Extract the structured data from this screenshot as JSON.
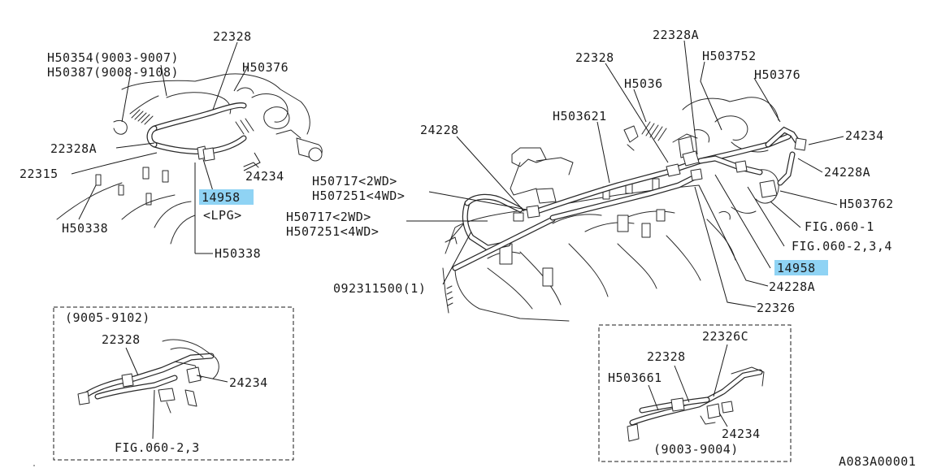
{
  "diagram": {
    "figure_code": "A083A00001",
    "callouts": {
      "tl_22328": "22328",
      "tl_h50354": "H50354(9003-9007)",
      "tl_h50387": "H50387(9008-9108)",
      "tl_h50376": "H50376",
      "tl_22328a": "22328A",
      "tl_22315": "22315",
      "tl_24234": "24234",
      "tl_14958": "14958",
      "tl_lpg": "<LPG>",
      "tl_h50338a": "H50338",
      "tl_h50338b": "H50338",
      "m_22328a": "22328A",
      "m_22328": "22328",
      "m_h503752": "H503752",
      "m_h5036": "H5036",
      "m_h50376": "H50376",
      "m_h503621": "H503621",
      "m_24228": "24228",
      "m_24234": "24234",
      "m_24228a_1": "24228A",
      "m_h50717_1": "H50717<2WD>",
      "m_h507251_1": "H507251<4WD>",
      "m_h503762": "H503762",
      "m_h50717_2": "H50717<2WD>",
      "m_h507251_2": "H507251<4WD>",
      "m_fig060_1": "FIG.060-1",
      "m_fig060_234": "FIG.060-2,3,4",
      "m_14958": "14958",
      "m_092311500": "092311500(1)",
      "m_24228a_2": "24228A",
      "m_22326": "22326",
      "bl_range": "(9005-9102)",
      "bl_22328": "22328",
      "bl_24234": "24234",
      "bl_fig060_23": "FIG.060-2,3",
      "br_22326c": "22326C",
      "br_22328": "22328",
      "br_h503661": "H503661",
      "br_24234": "24234",
      "br_range": "(9003-9004)"
    }
  }
}
